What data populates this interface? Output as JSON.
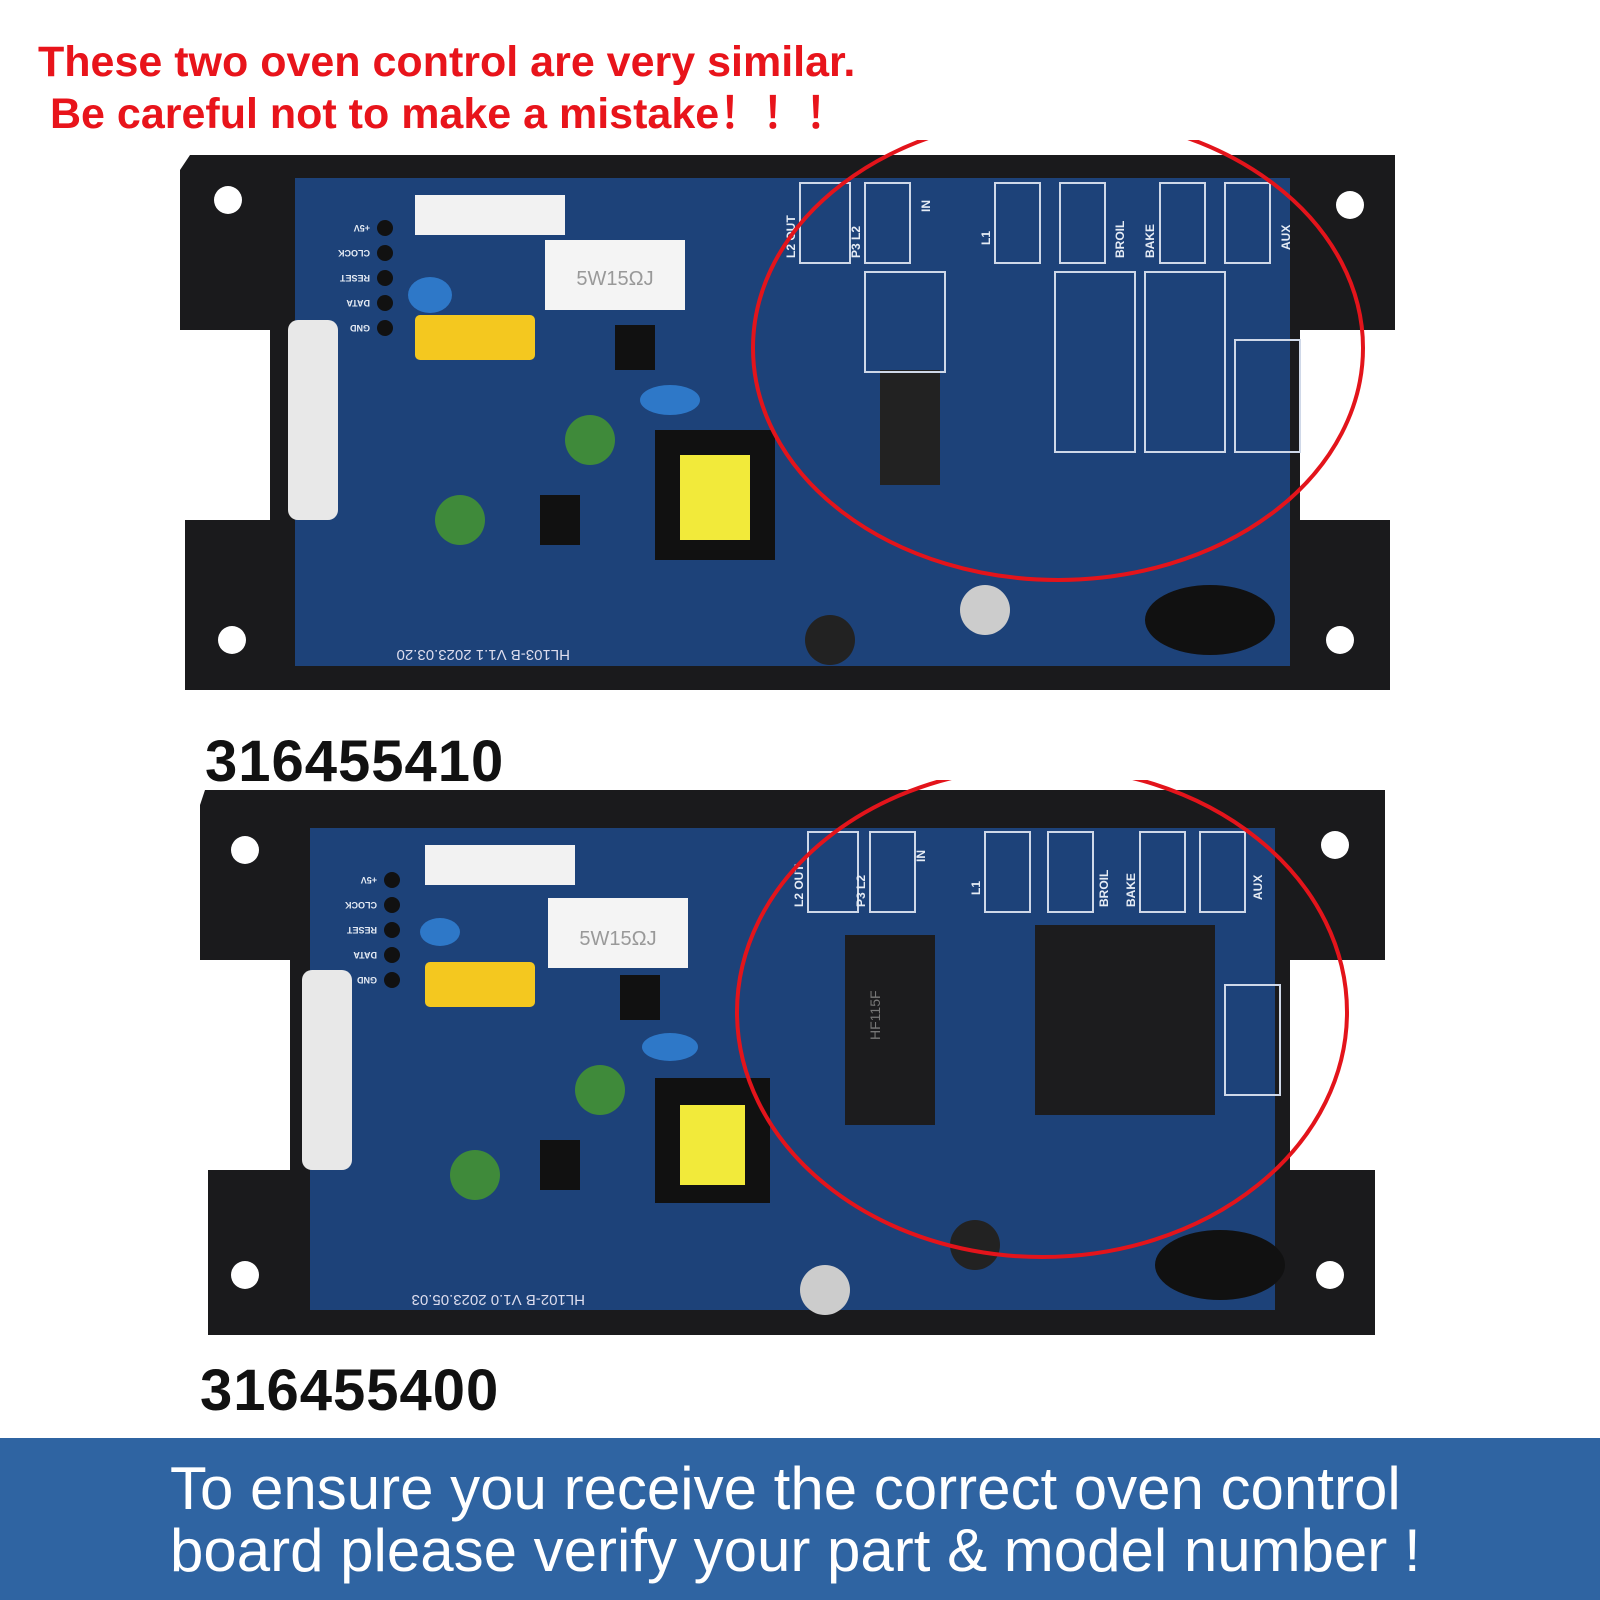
{
  "warning": {
    "line1": "These two oven control are very similar.",
    "line2": "Be careful not to make a mistake！！！"
  },
  "boards": [
    {
      "part_number": "316455410",
      "silkscreen": "HL103-B  V1.1  2023.03.20",
      "resistor_label": "5W15ΩJ",
      "terminals": [
        "L2 OUT",
        "P3 L2",
        "IN",
        "L1",
        "BROIL",
        "BAKE",
        "AUX"
      ],
      "header_pins": [
        "+5V",
        "CLOCK",
        "RESET",
        "DATA",
        "GND"
      ],
      "relays_populated": false
    },
    {
      "part_number": "316455400",
      "silkscreen": "HL102-B  V1.0  2023.05.03",
      "resistor_label": "5W15ΩJ",
      "terminals": [
        "L2 OUT",
        "P3 L2",
        "IN",
        "L1",
        "BROIL",
        "BAKE",
        "AUX"
      ],
      "header_pins": [
        "+5V",
        "CLOCK",
        "RESET",
        "DATA",
        "GND"
      ],
      "relays_populated": true,
      "relay_label": "HF115F"
    }
  ],
  "banner": {
    "line1": "To ensure you receive the correct oven control",
    "line2": "board please verify your part & model number !"
  },
  "colors": {
    "warning": "#e8141b",
    "banner": "#2f64a2",
    "pcb": "#1d4279",
    "highlight": "#e3141b"
  }
}
